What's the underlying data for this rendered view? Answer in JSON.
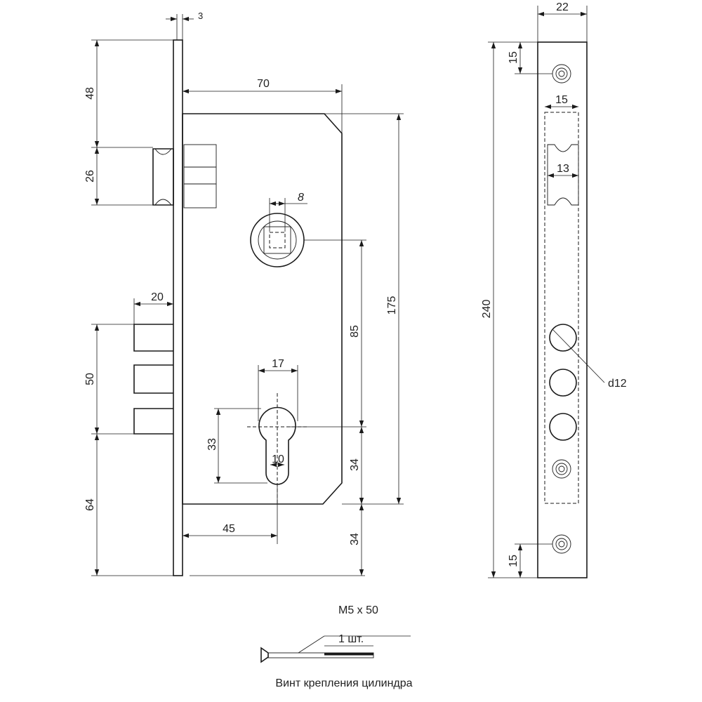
{
  "drawing": {
    "front_view": {
      "dims": {
        "faceplate_thickness": "3",
        "top_to_latch": "48",
        "latch_height": "26",
        "case_width": "70",
        "spindle_square": "8",
        "case_height": "175",
        "spindle_to_cylinder": "85",
        "bolt_throw": "20",
        "bolts_span": "50",
        "cylinder_width": "17",
        "cylinder_height": "33",
        "cylinder_slot": "10",
        "cylinder_to_case_bottom": "34",
        "bottom_bolt_to_end": "64",
        "backset": "45",
        "case_bottom_to_end": "34"
      }
    },
    "side_view": {
      "dims": {
        "faceplate_width": "22",
        "top_hole_offset": "15",
        "latch_window_width": "15",
        "latch_width": "13",
        "faceplate_length": "240",
        "bolt_hole": "d12",
        "bottom_hole_offset": "15"
      }
    },
    "screw": {
      "size": "M5 x 50",
      "quantity": "1 шт.",
      "caption": "Винт крепления цилиндра"
    }
  }
}
